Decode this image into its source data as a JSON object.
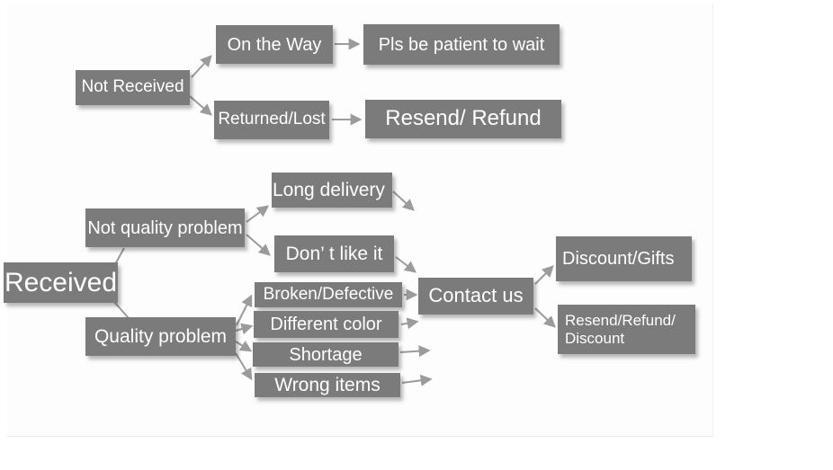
{
  "colors": {
    "node_background": "#7b7b7b",
    "node_text": "#ffffff",
    "arrow": "#9b9b9b"
  },
  "nodes": {
    "not_received": "Not Received",
    "on_the_way": "On the Way",
    "pls_wait": "Pls be patient to wait",
    "returned_lost": "Returned/Lost",
    "resend_refund": "Resend/ Refund",
    "received": "Received",
    "not_quality_problem": "Not quality problem",
    "long_delivery": "Long delivery",
    "dont_like_it": "Don’ t like it",
    "quality_problem": "Quality problem",
    "broken_defective": "Broken/Defective",
    "different_color": "Different color",
    "shortage": "Shortage",
    "wrong_items": "Wrong items",
    "contact_us": "Contact us",
    "discount_gifts": "Discount/Gifts",
    "resend_refund_discount": "Resend/Refund/ Discount"
  }
}
